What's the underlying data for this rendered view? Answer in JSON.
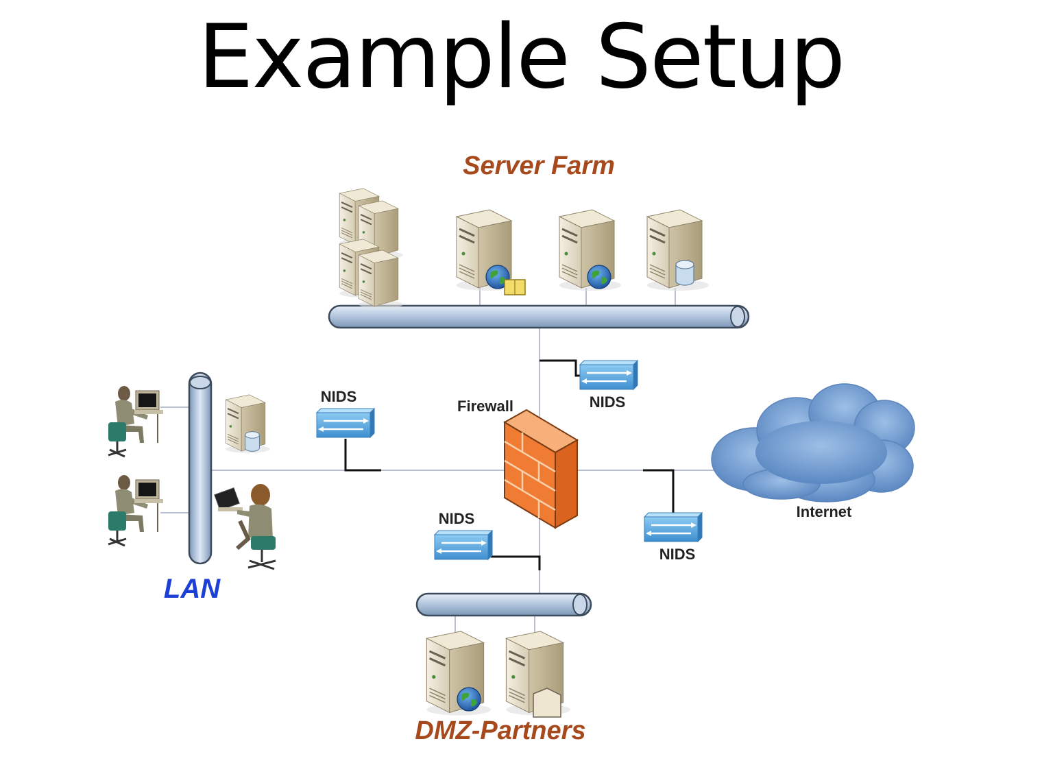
{
  "slide": {
    "title": "Example Setup"
  },
  "diagram": {
    "server_farm_label": "Server Farm",
    "lan_label": "LAN",
    "dmz_label": "DMZ-Partners",
    "firewall_label": "Firewall",
    "internet_label": "Internet",
    "nids_labels": [
      "NIDS",
      "NIDS",
      "NIDS",
      "NIDS"
    ],
    "colors": {
      "server_farm_label": "#a64a1e",
      "dmz_label": "#a64a1e",
      "lan_label": "#1c3fd6",
      "bus": "#a9bdd6",
      "firewall": "#f07b32",
      "cloud": "#6e9bd0",
      "nids": "#5ea9e0"
    },
    "icons": [
      "server-icon",
      "web-server-icon",
      "database-server-icon",
      "file-server-icon",
      "firewall-icon",
      "cloud-icon",
      "nids-icon",
      "workstation-user-icon",
      "laptop-user-icon"
    ]
  }
}
